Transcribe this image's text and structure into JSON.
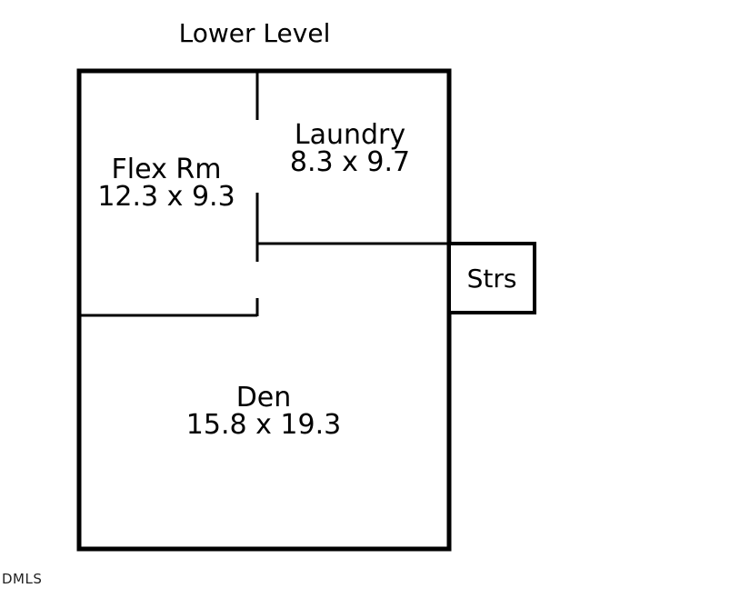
{
  "title": "Lower Level",
  "rooms": {
    "flex": {
      "name": "Flex Rm",
      "size": "12.3 x 9.3"
    },
    "laundry": {
      "name": "Laundry",
      "size": "8.3 x 9.7"
    },
    "den": {
      "name": "Den",
      "size": "15.8 x 19.3"
    },
    "stairs": {
      "name": "Strs"
    }
  },
  "watermark": "DMLS",
  "colors": {
    "line": "#000000",
    "background": "#ffffff"
  }
}
